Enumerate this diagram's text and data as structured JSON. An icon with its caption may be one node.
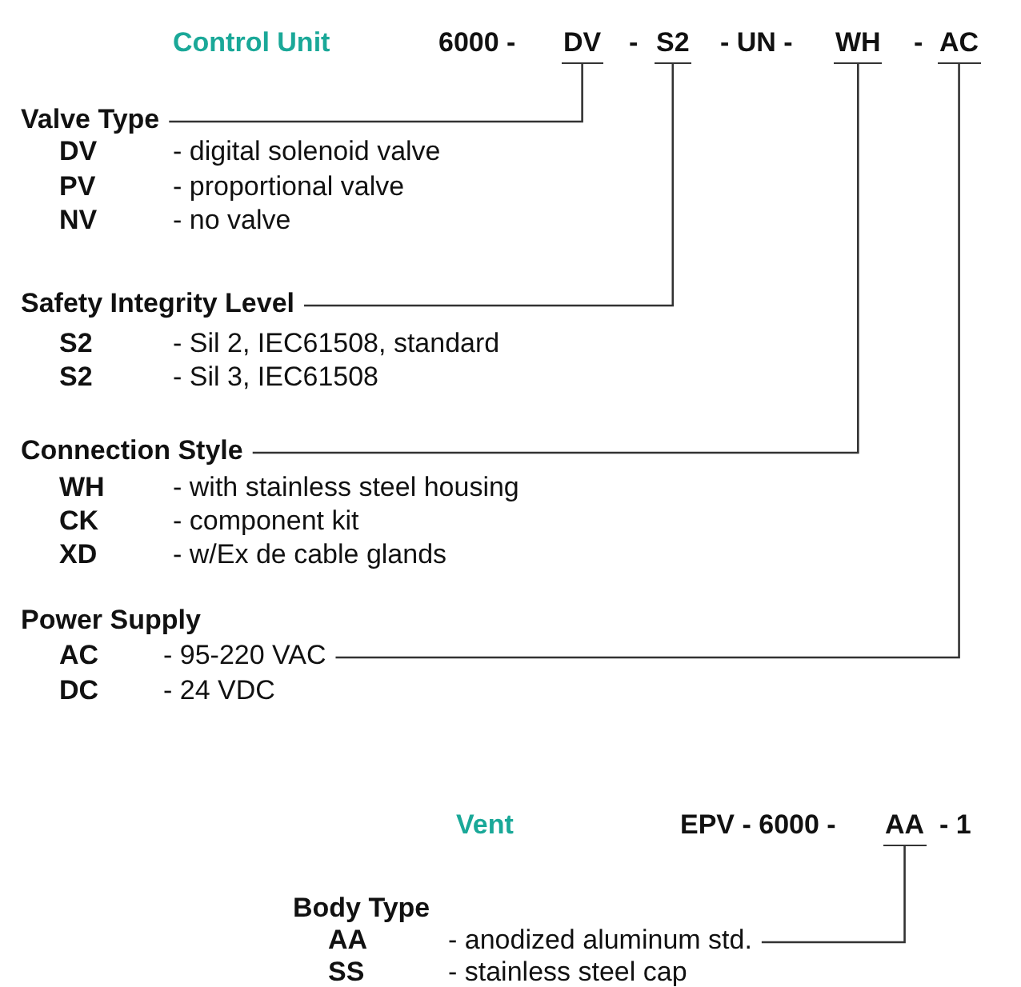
{
  "diagram": {
    "nodes": [
      {
        "text": [
          "Valve Type"
        ]
      },
      {
        "text": [
          "DV"
        ]
      },
      {
        "text": [
          "Safety Integrity Level"
        ]
      },
      {
        "text": [
          "S2"
        ]
      },
      {
        "text": [
          "Connection Style"
        ]
      },
      {
        "text": [
          "WH"
        ]
      },
      {
        "text": [
          "- 95-220 VAC"
        ]
      },
      {
        "text": [
          "AC"
        ]
      },
      {
        "text": [
          "- anodized aluminum std."
        ]
      },
      {
        "text": [
          "AA"
        ]
      }
    ],
    "edges": [
      {
        "from": 0,
        "to": 1,
        "arrow": "none"
      },
      {
        "from": 2,
        "to": 3,
        "arrow": "none"
      },
      {
        "from": 4,
        "to": 5,
        "arrow": "none"
      },
      {
        "from": 6,
        "to": 7,
        "arrow": "none"
      },
      {
        "from": 8,
        "to": 9,
        "arrow": "none"
      }
    ],
    "labels": [
      "Control Unit",
      "6000 -",
      "-",
      "- UN -",
      "-",
      "DV",
      "- digital solenoid valve",
      "PV",
      "- proportional valve",
      "NV",
      "- no valve",
      "S2",
      "- Sil 2, IEC61508, standard",
      "S2",
      "- Sil 3, IEC61508",
      "WH",
      "- with stainless steel housing",
      "CK",
      "- component kit",
      "XD",
      "- w/Ex de cable glands",
      "Power Supply",
      "AC",
      "DC",
      "- 24 VDC",
      "Vent",
      "EPV - 6000 -",
      "- 1",
      "Body Type",
      "AA",
      "SS",
      "- stainless steel cap"
    ]
  }
}
